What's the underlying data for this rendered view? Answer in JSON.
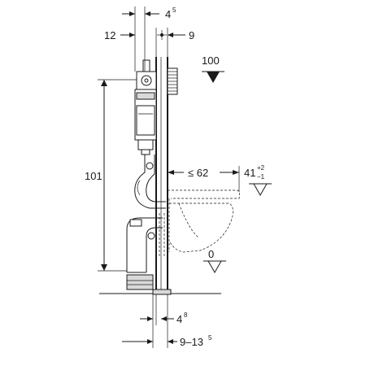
{
  "dimensions": {
    "top_offset": {
      "base": "4",
      "sup": "5"
    },
    "left_offset": "12",
    "right_offset": "9",
    "top_height": "100",
    "frame_height": "101",
    "projection": "≤ 62",
    "bowl_height": {
      "base": "41",
      "tol_plus": "+2",
      "tol_minus": "−1"
    },
    "floor_level": "0",
    "bottom_offset": {
      "base": "4",
      "sup": "8"
    },
    "depth_range": {
      "base": "9–13",
      "sup": "5"
    }
  }
}
